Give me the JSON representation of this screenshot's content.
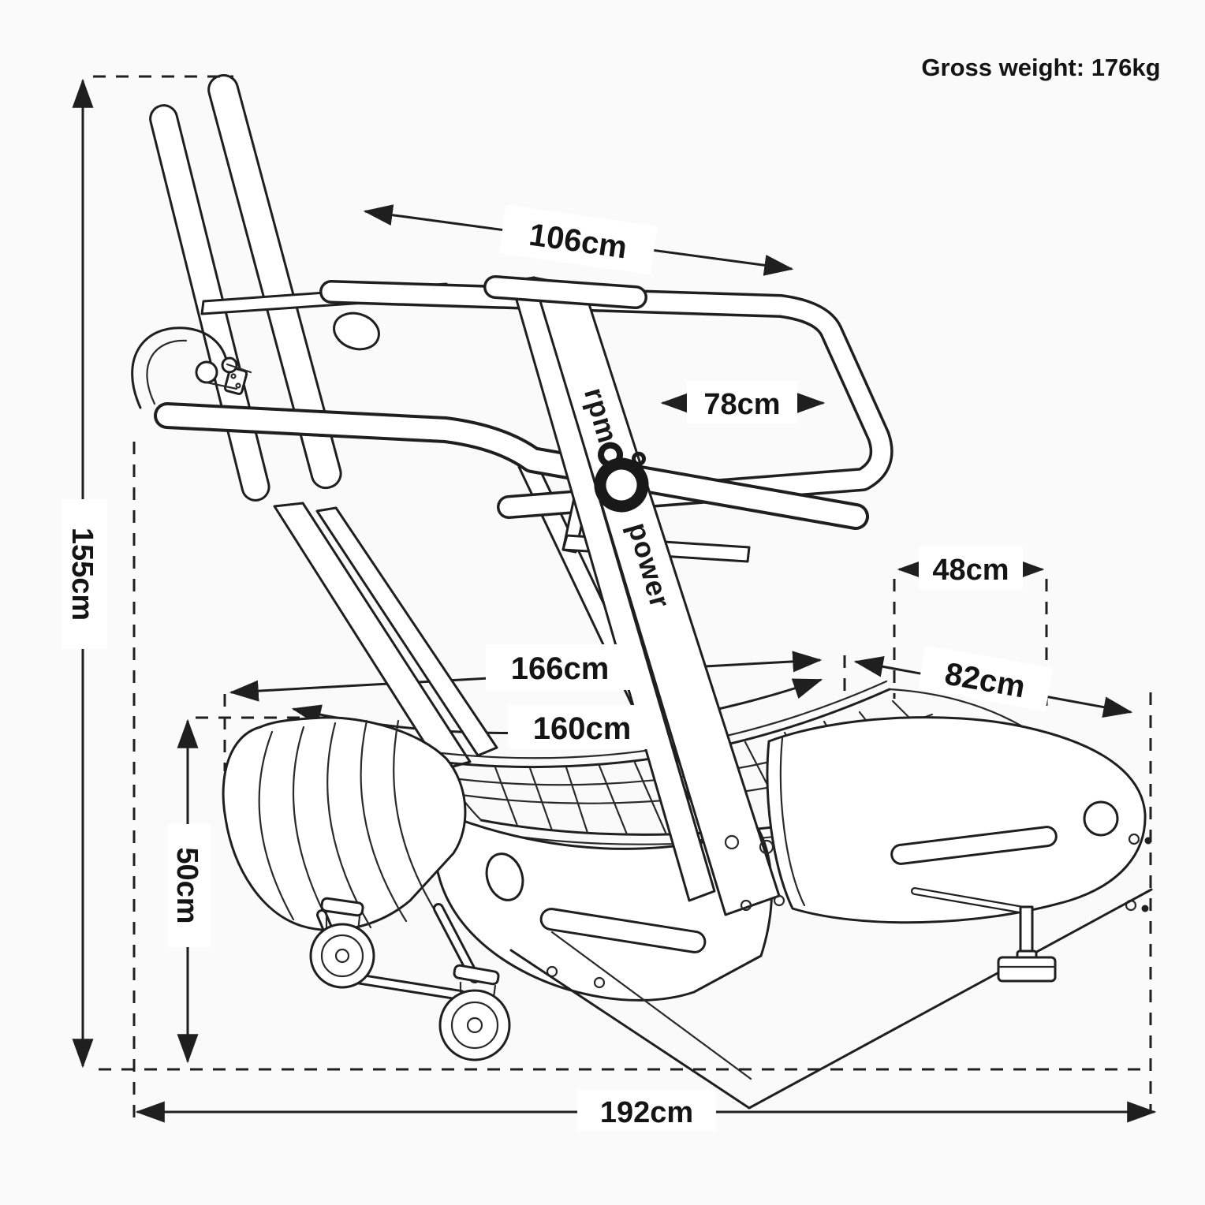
{
  "page": {
    "background": "#fbfafa",
    "line_color": "#1f1f1f",
    "label_text_color": "#141414",
    "label_background": "#ffffff"
  },
  "header": {
    "gross_weight": "Gross weight: 176kg"
  },
  "brand": {
    "word_top": "rpm",
    "word_bottom": "power",
    "icon": "kettlebell-icon"
  },
  "dimensions": {
    "handlebar_span": "106cm",
    "handlebar_inner_width": "78cm",
    "overall_height": "155cm",
    "rear_platform_length": "48cm",
    "frame_length": "166cm",
    "rear_belt_length": "82cm",
    "running_surface_length": "160cm",
    "deck_height": "50cm",
    "overall_length": "192cm"
  }
}
